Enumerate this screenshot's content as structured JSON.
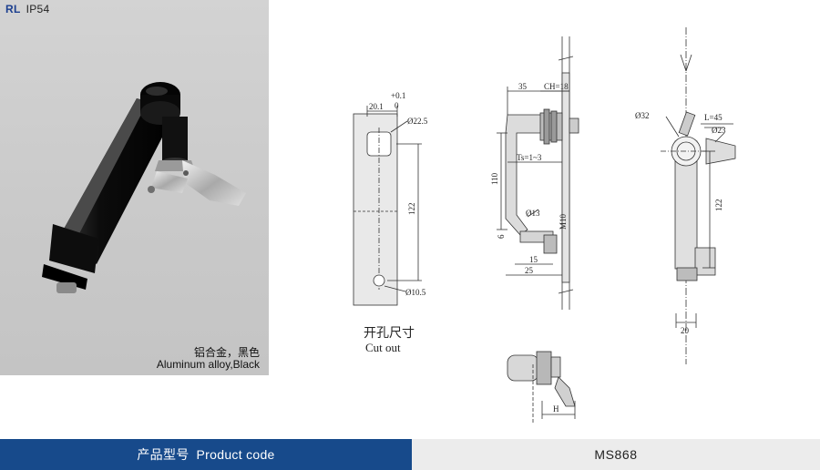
{
  "header": {
    "series_code": "RL",
    "rating": "IP54"
  },
  "material": {
    "zh": "铝合金，黑色",
    "en": "Aluminum alloy,Black"
  },
  "cutout": {
    "dim_width": "20.1",
    "tol_upper": "+0.1",
    "tol_lower": "0",
    "dim_square": "Ø22.5",
    "dim_height": "122",
    "dim_hole": "Ø10.5",
    "caption_zh": "开孔尺寸",
    "caption_en": "Cut out"
  },
  "side_view": {
    "dim_35": "35",
    "dim_ch18": "CH=18",
    "dim_ts": "Ts=1~3",
    "dim_110": "110",
    "dim_13": "Ø13",
    "dim_m10": "M10",
    "dim_6": "6",
    "dim_15": "15",
    "dim_25": "25",
    "dim_h": "H"
  },
  "front_view": {
    "dim_32": "Ø32",
    "dim_l45": "L=45",
    "dim_23": "Ø23",
    "dim_122": "122",
    "dim_20": "20"
  },
  "footer": {
    "label_zh": "产品型号",
    "label_en": "Product code",
    "code": "MS868"
  },
  "colors": {
    "footer_blue": "#174a8b",
    "series_blue": "#1c3f8f",
    "footer_gray": "#ececec"
  }
}
